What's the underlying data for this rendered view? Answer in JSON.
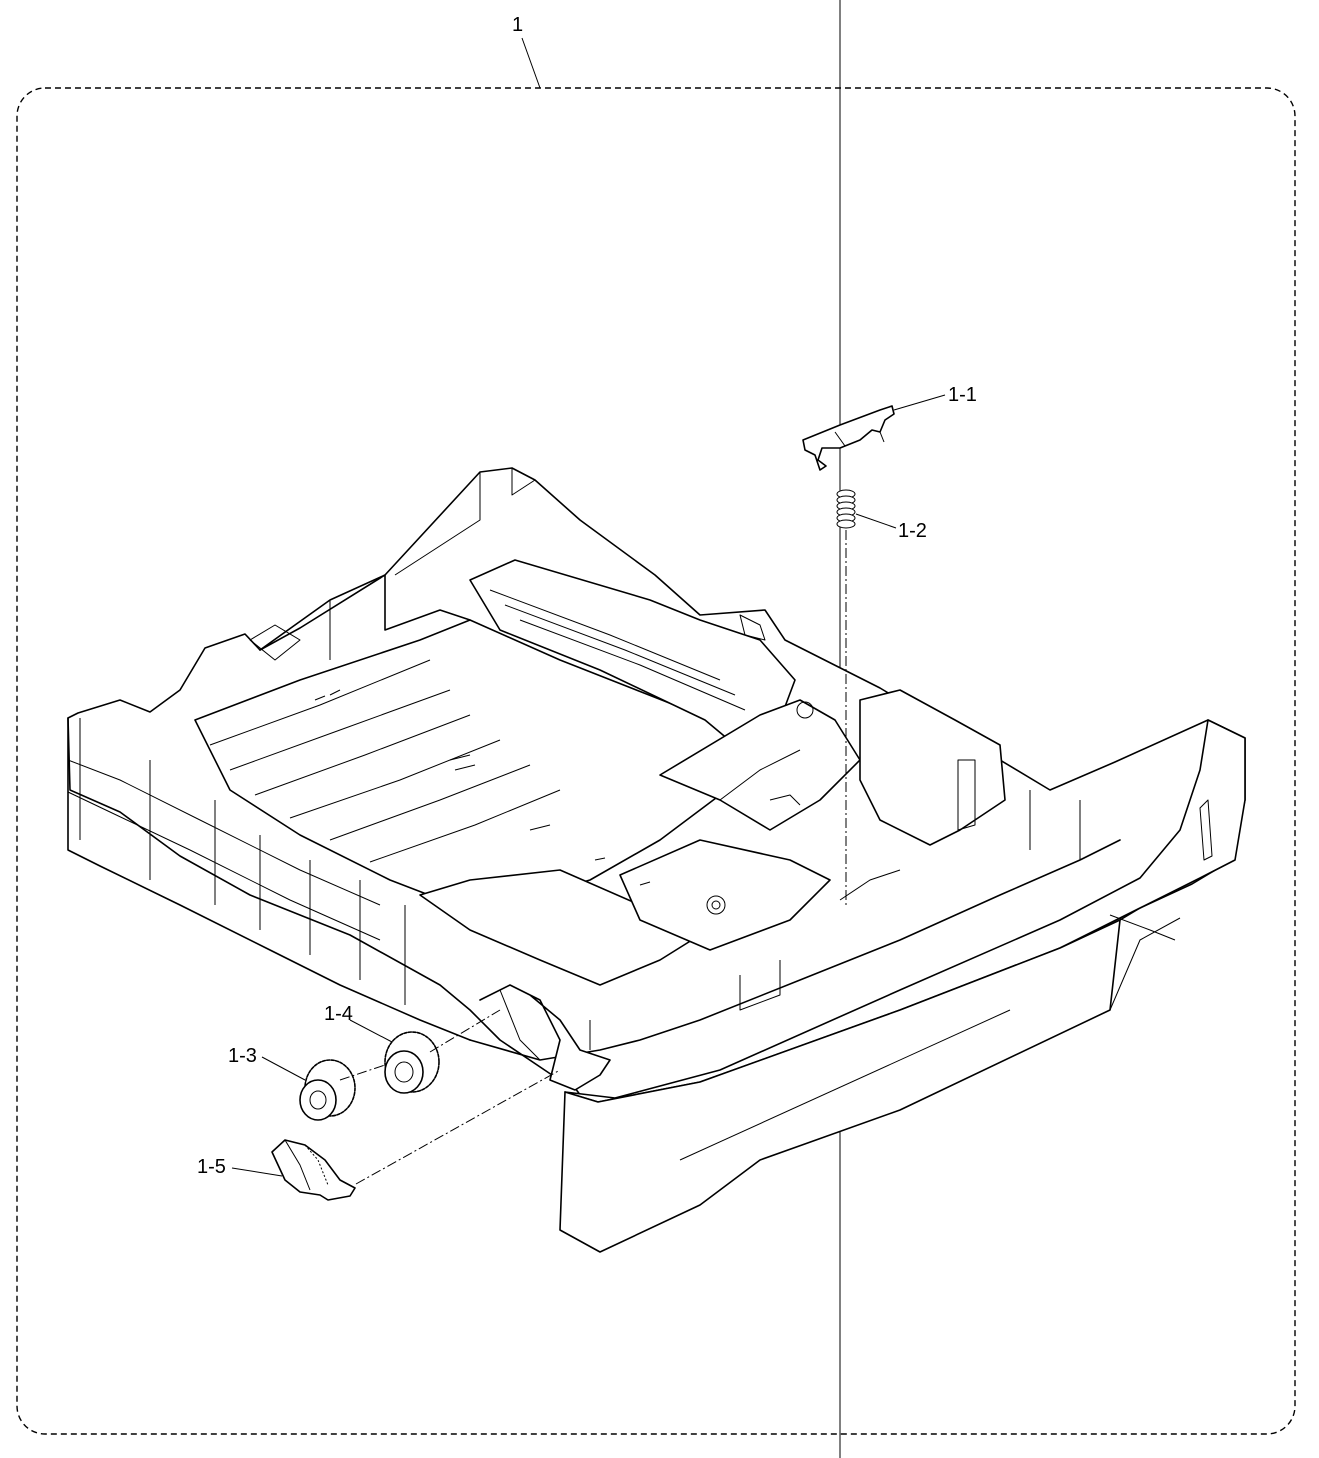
{
  "diagram": {
    "assembly_label": "1",
    "parts": [
      {
        "id": "1-1",
        "label": "1-1",
        "icon": "pickup-lever-icon"
      },
      {
        "id": "1-2",
        "label": "1-2",
        "icon": "coil-spring-icon"
      },
      {
        "id": "1-3",
        "label": "1-3",
        "icon": "small-gear-icon"
      },
      {
        "id": "1-4",
        "label": "1-4",
        "icon": "double-gear-icon"
      },
      {
        "id": "1-5",
        "label": "1-5",
        "icon": "paper-stopper-icon"
      }
    ],
    "main_part_icon": "paper-tray-cassette-icon"
  }
}
